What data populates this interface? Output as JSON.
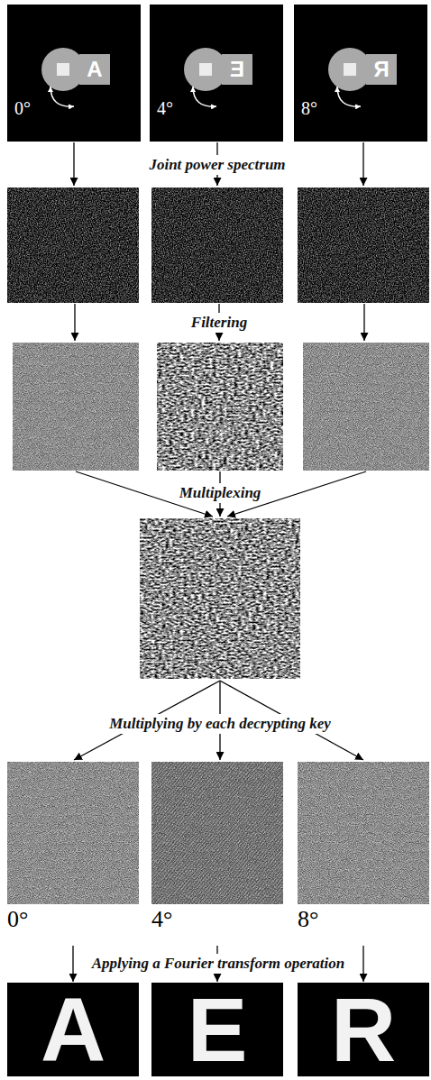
{
  "diagram": {
    "nodes": [
      {
        "text": [
          "A",
          "0°"
        ]
      },
      {
        "text": [
          "Ǝ",
          "4°"
        ]
      },
      {
        "text": [
          "Я",
          "8°"
        ]
      },
      {
        "text": [
          "0°"
        ]
      },
      {
        "text": [
          "4°"
        ]
      },
      {
        "text": [
          "8°"
        ]
      },
      {
        "text": [
          "A"
        ]
      },
      {
        "text": [
          "E"
        ]
      },
      {
        "text": [
          "R"
        ]
      }
    ],
    "edges": [
      {
        "from": 3,
        "to": 6,
        "arrow": "to"
      },
      {
        "from": 4,
        "to": 7,
        "arrow": "to"
      },
      {
        "from": 5,
        "to": 8,
        "arrow": "to"
      }
    ],
    "labels": [
      "Joint power spectrum",
      "Filtering",
      "Multiplexing",
      "Multiplying by each decrypting key",
      "Applying a Fourier transform operation"
    ]
  }
}
